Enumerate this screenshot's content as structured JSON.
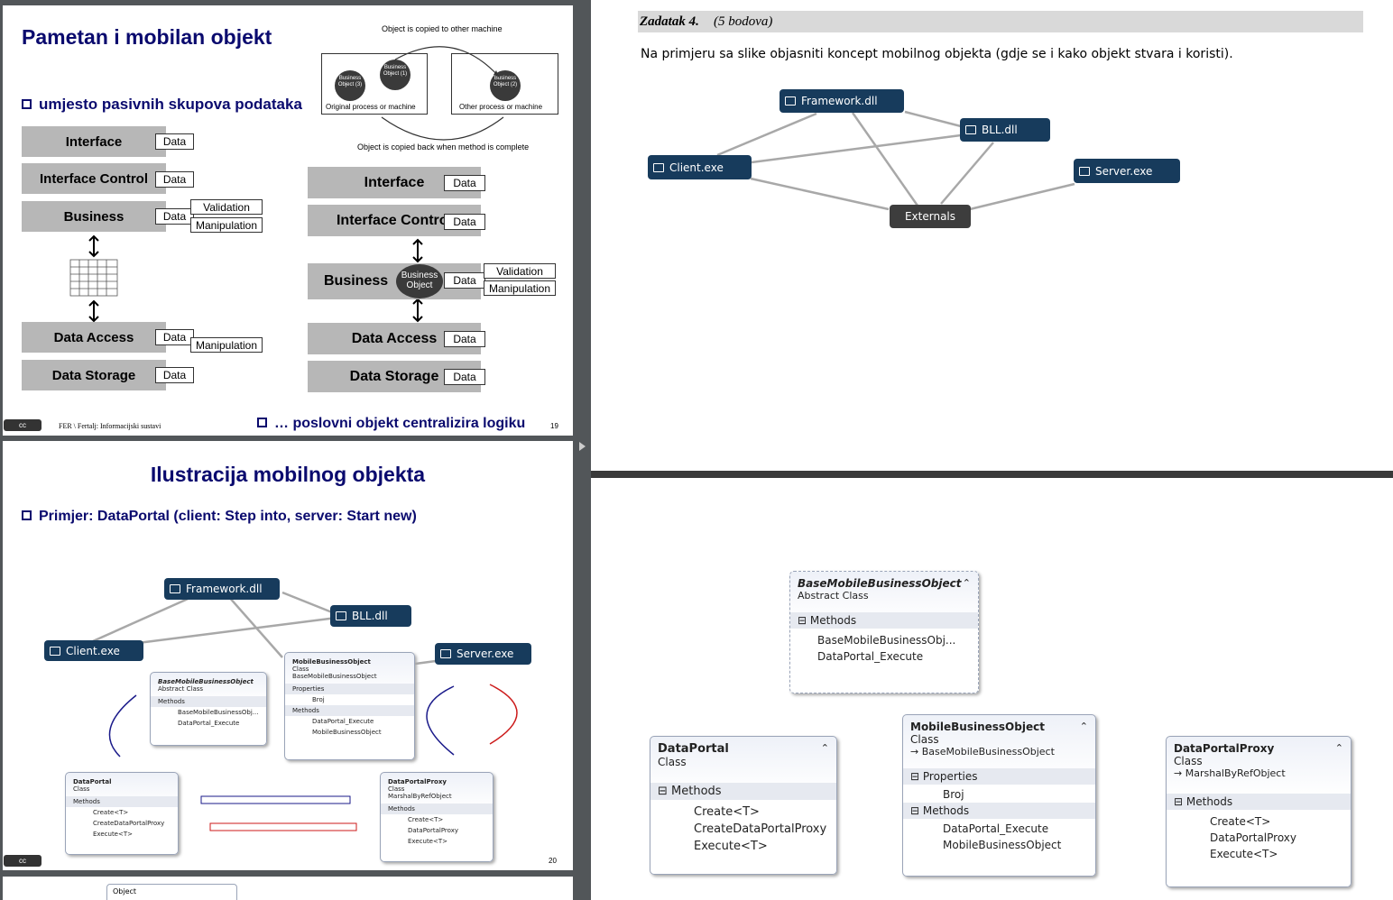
{
  "slide1": {
    "title": "Pametan i mobilan objekt",
    "bullet": "umjesto pasivnih skupova podataka",
    "copy_top": "Object is copied to other machine",
    "copy_bottom": "Object is copied back when method is complete",
    "bo1": "Business Object (1)",
    "bo2": "Business Object (2)",
    "bo3": "Business Object (3)",
    "orig": "Original process or machine",
    "other": "Other process or machine",
    "left_layers": [
      "Interface",
      "Interface Control",
      "Business",
      "Data Access",
      "Data Storage"
    ],
    "right_layers": [
      "Interface",
      "Interface Control",
      "Business",
      "Data Access",
      "Data Storage"
    ],
    "data": "Data",
    "validation": "Validation",
    "manipulation": "Manipulation",
    "business_object": "Business Object",
    "footer": "FER \\ Fertalj: Informacijski sustavi",
    "bottom_bullet": "… poslovni objekt centralizira logiku",
    "page": "19"
  },
  "slide2": {
    "title": "Ilustracija mobilnog objekta",
    "bullet": "Primjer: DataPortal (client: Step into, server: Start new)",
    "page": "20"
  },
  "slide3_peek": "Object",
  "nodes": {
    "framework": "Framework.dll",
    "bll": "BLL.dll",
    "client": "Client.exe",
    "server": "Server.exe",
    "externals": "Externals"
  },
  "task": {
    "heading": "Zadatak 4.",
    "points": "(5 bodova)",
    "text": "Na primjeru sa slike objasniti koncept mobilnog objekta (gdje se i kako objekt stvara i koristi)."
  },
  "classes": {
    "base": {
      "name": "BaseMobileBusinessObject",
      "kind": "Abstract Class",
      "section": "Methods",
      "items": [
        "BaseMobileBusinessObj...",
        "DataPortal_Execute"
      ]
    },
    "portal": {
      "name": "DataPortal",
      "kind": "Class",
      "section": "Methods",
      "items": [
        "Create<T>",
        "CreateDataPortalProxy",
        "Execute<T>"
      ]
    },
    "mobile": {
      "name": "MobileBusinessObject",
      "kind": "Class",
      "base": "BaseMobileBusinessObject",
      "props": "Properties",
      "prop_items": [
        "Broj"
      ],
      "section": "Methods",
      "items": [
        "DataPortal_Execute",
        "MobileBusinessObject"
      ]
    },
    "proxy": {
      "name": "DataPortalProxy",
      "kind": "Class",
      "base": "MarshalByRefObject",
      "section": "Methods",
      "items": [
        "Create<T>",
        "DataPortalProxy",
        "Execute<T>"
      ]
    }
  }
}
